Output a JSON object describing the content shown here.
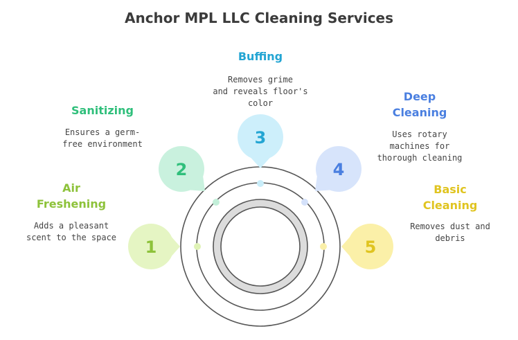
{
  "title": "Anchor MPL LLC Cleaning Services",
  "steps": [
    {
      "number": "1",
      "title": "Air Freshening",
      "title_lines": [
        "Air",
        "Freshening"
      ],
      "description_lines": [
        "Adds a pleasant",
        "scent to the space"
      ],
      "fill": "#e5f5c3",
      "text_color": "#8dc23a",
      "dot": "#dff2b6"
    },
    {
      "number": "2",
      "title": "Sanitizing",
      "title_lines": [
        "Sanitizing"
      ],
      "description_lines": [
        "Ensures a germ-",
        "free environment"
      ],
      "fill": "#c9f1de",
      "text_color": "#2fbf7b",
      "dot": "#c3efd9"
    },
    {
      "number": "3",
      "title": "Buffing",
      "title_lines": [
        "Buffing"
      ],
      "description_lines": [
        "Removes grime",
        "and reveals floor's",
        "color"
      ],
      "fill": "#cdeffb",
      "text_color": "#23a5d3",
      "dot": "#c9edf9"
    },
    {
      "number": "4",
      "title": "Deep Cleaning",
      "title_lines": [
        "Deep",
        "Cleaning"
      ],
      "description_lines": [
        "Uses rotary",
        "machines for",
        "thorough cleaning"
      ],
      "fill": "#d7e4fb",
      "text_color": "#4a7fe0",
      "dot": "#d4e1fa"
    },
    {
      "number": "5",
      "title": "Basic Cleaning",
      "title_lines": [
        "Basic",
        "Cleaning"
      ],
      "description_lines": [
        "Removes dust and",
        "debris"
      ],
      "fill": "#fbf0a8",
      "text_color": "#e0c420",
      "dot": "#faefa8"
    }
  ],
  "colors": {
    "title": "#3b3b3b",
    "rings": "#555555",
    "inner_fill": "#dcdcdc",
    "description": "#444444"
  }
}
